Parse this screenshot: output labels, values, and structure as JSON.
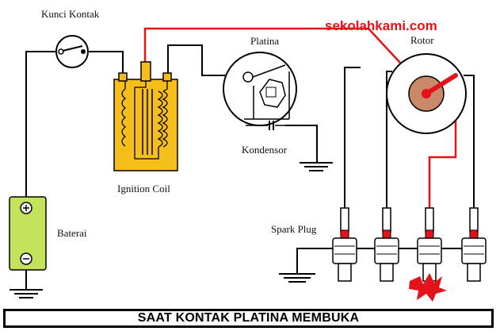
{
  "watermark": "sekolahkami.com",
  "labels": {
    "ignition_switch": "Kunci Kontak",
    "points": "Platina",
    "rotor": "Rotor",
    "ignition_coil": "Ignition Coil",
    "condenser": "Kondensor",
    "battery": "Baterai",
    "spark_plug": "Spark Plug"
  },
  "caption": "SAAT KONTAK PLATINA MEMBUKA",
  "colors": {
    "high_voltage_wire": "#e4121a",
    "coil_body": "#f5be1a",
    "battery_body": "#c5e35a",
    "rotor_body": "#c98a6a",
    "spark_plug_red": "#e4121a"
  }
}
